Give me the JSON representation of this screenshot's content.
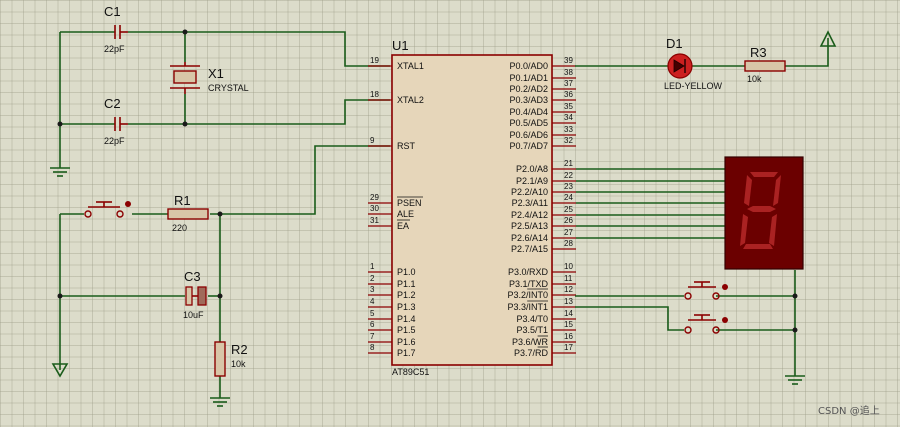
{
  "components": {
    "c1": {
      "ref": "C1",
      "value": "22pF"
    },
    "c2": {
      "ref": "C2",
      "value": "22pF"
    },
    "x1": {
      "ref": "X1",
      "value": "CRYSTAL"
    },
    "u1": {
      "ref": "U1",
      "part": "AT89C51"
    },
    "d1": {
      "ref": "D1",
      "value": "LED-YELLOW"
    },
    "r3": {
      "ref": "R3",
      "value": "10k"
    },
    "r1": {
      "ref": "R1",
      "value": "220"
    },
    "c3": {
      "ref": "C3",
      "value": "10uF"
    },
    "r2": {
      "ref": "R2",
      "value": "10k"
    }
  },
  "u1_left_pins": [
    {
      "num": "19",
      "label": "XTAL1"
    },
    {
      "num": "18",
      "label": "XTAL2"
    },
    {
      "num": "9",
      "label": "RST"
    },
    {
      "num": "29",
      "label": "PSEN"
    },
    {
      "num": "30",
      "label": "ALE"
    },
    {
      "num": "31",
      "label": "EA"
    },
    {
      "num": "1",
      "label": "P1.0"
    },
    {
      "num": "2",
      "label": "P1.1"
    },
    {
      "num": "3",
      "label": "P1.2"
    },
    {
      "num": "4",
      "label": "P1.3"
    },
    {
      "num": "5",
      "label": "P1.4"
    },
    {
      "num": "6",
      "label": "P1.5"
    },
    {
      "num": "7",
      "label": "P1.6"
    },
    {
      "num": "8",
      "label": "P1.7"
    }
  ],
  "u1_right_pins": [
    {
      "num": "39",
      "label": "P0.0/AD0"
    },
    {
      "num": "38",
      "label": "P0.1/AD1"
    },
    {
      "num": "37",
      "label": "P0.2/AD2"
    },
    {
      "num": "36",
      "label": "P0.3/AD3"
    },
    {
      "num": "35",
      "label": "P0.4/AD4"
    },
    {
      "num": "34",
      "label": "P0.5/AD5"
    },
    {
      "num": "33",
      "label": "P0.6/AD6"
    },
    {
      "num": "32",
      "label": "P0.7/AD7"
    },
    {
      "num": "21",
      "label": "P2.0/A8"
    },
    {
      "num": "22",
      "label": "P2.1/A9"
    },
    {
      "num": "23",
      "label": "P2.2/A10"
    },
    {
      "num": "24",
      "label": "P2.3/A11"
    },
    {
      "num": "25",
      "label": "P2.4/A12"
    },
    {
      "num": "26",
      "label": "P2.5/A13"
    },
    {
      "num": "27",
      "label": "P2.6/A14"
    },
    {
      "num": "28",
      "label": "P2.7/A15"
    },
    {
      "num": "10",
      "label": "P3.0/RXD"
    },
    {
      "num": "11",
      "label": "P3.1/TXD"
    },
    {
      "num": "12",
      "label": "P3.2/INT0"
    },
    {
      "num": "13",
      "label": "P3.3/INT1"
    },
    {
      "num": "14",
      "label": "P3.4/T0"
    },
    {
      "num": "15",
      "label": "P3.5/T1"
    },
    {
      "num": "16",
      "label": "P3.6/WR"
    },
    {
      "num": "17",
      "label": "P3.7/RD"
    }
  ],
  "seven_segment_digit": "8",
  "watermark": "CSDN @追上"
}
